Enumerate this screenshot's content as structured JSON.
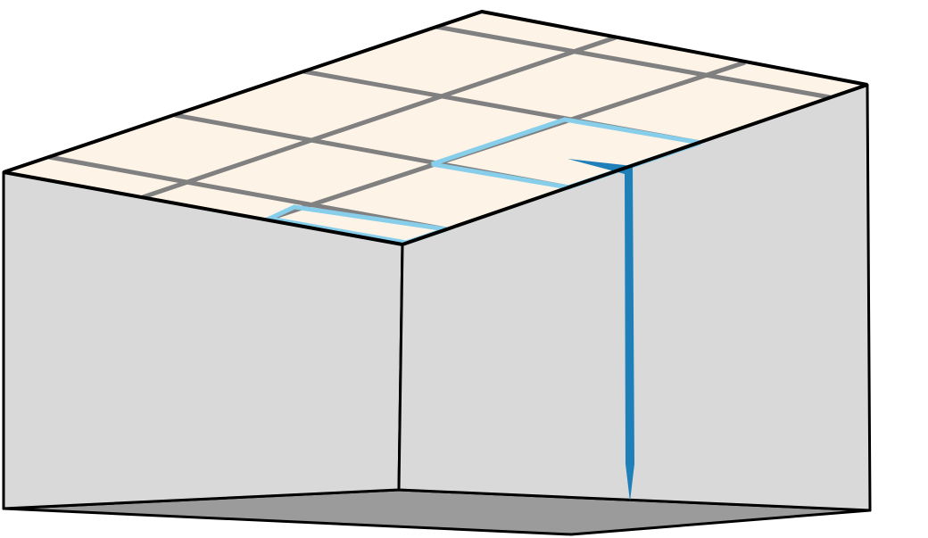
{
  "colors": {
    "ceiling": "#fdf3e7",
    "grid": "#808080",
    "wall": "#d9d9d9",
    "floor": "#9b9b9b",
    "edge": "#000000",
    "highlight": "#87ceeb",
    "marker": "#1f7fb8"
  },
  "elements": {
    "ceiling": "ceiling-grid",
    "left_wall": "left-wall",
    "right_wall": "right-wall",
    "floor": "floor",
    "small_tile": "highlighted-small-tile",
    "large_tile": "highlighted-large-tile",
    "marker": "vertical-marker"
  }
}
